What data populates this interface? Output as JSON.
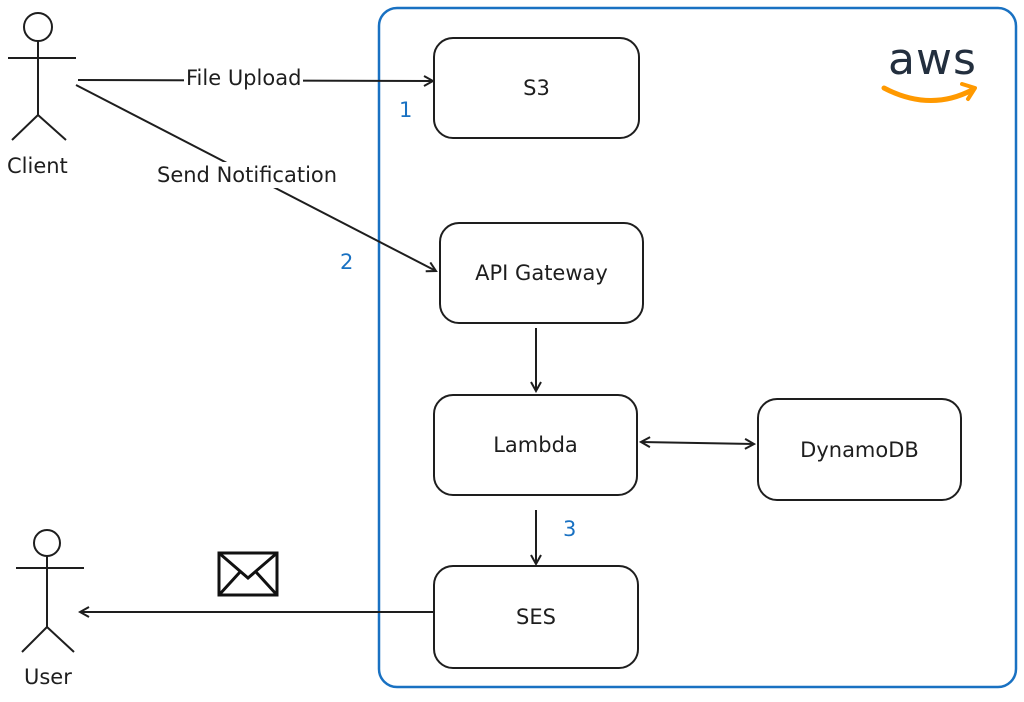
{
  "diagram": {
    "actors": {
      "client": "Client",
      "user": "User"
    },
    "nodes": {
      "s3": "S3",
      "api_gateway": "API Gateway",
      "lambda": "Lambda",
      "dynamodb": "DynamoDB",
      "ses": "SES"
    },
    "edges": {
      "file_upload": "File Upload",
      "send_notification": "Send Notification"
    },
    "steps": [
      "1",
      "2",
      "3"
    ],
    "cloud_logo": "aws",
    "icons": [
      "person-icon",
      "envelope-icon",
      "aws-logo"
    ],
    "colors": {
      "stroke": "#1e1e1e",
      "step": "#1971c2",
      "container": "#1971c2",
      "aws_smile": "#ff9900",
      "aws_text": "#232f3e"
    }
  }
}
